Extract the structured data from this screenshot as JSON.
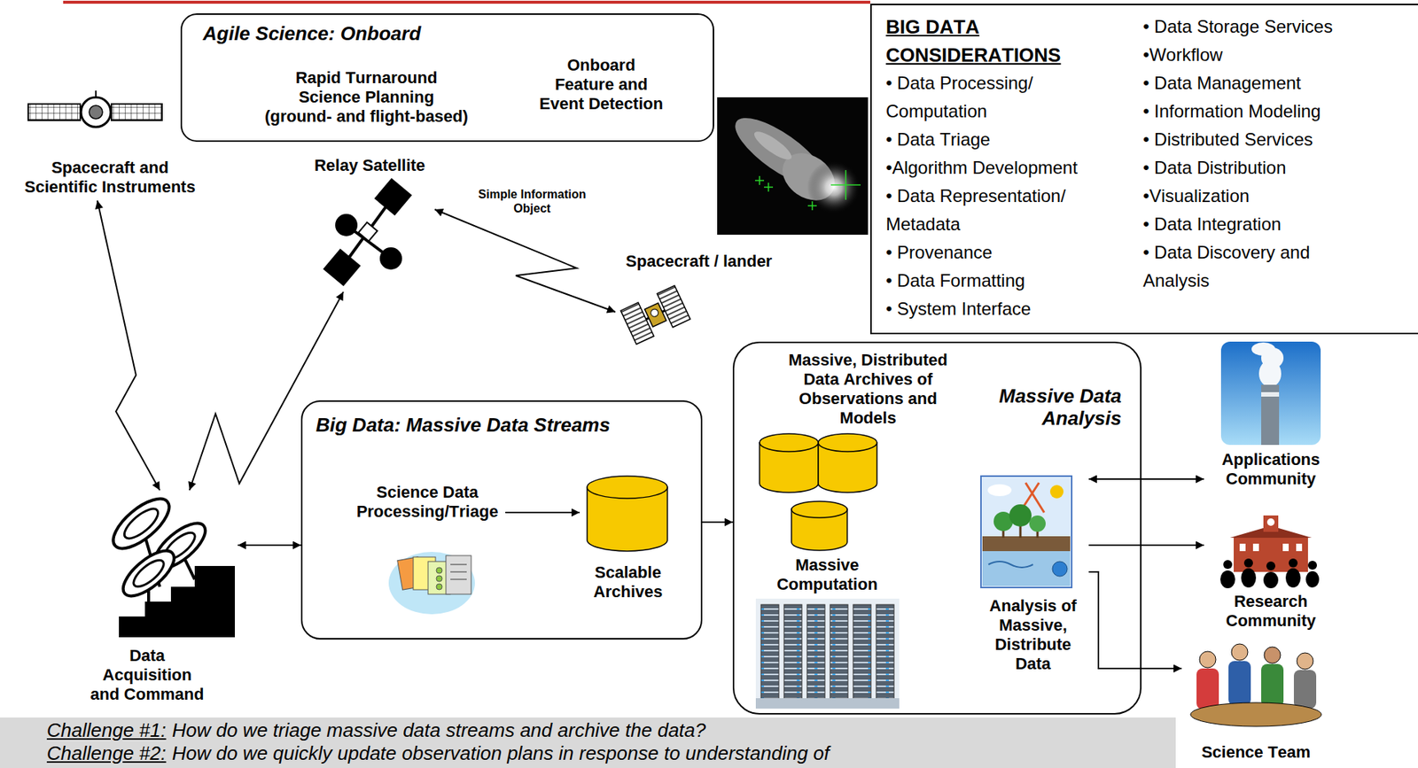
{
  "diagram": {
    "nodes": [
      {
        "text": [
          "Agile Science: Onboard",
          "Rapid Turnaround Science Planning (ground- and flight-based)",
          "Onboard Feature and Event Detection"
        ]
      },
      {
        "text": [
          "BIG DATA CONSIDERATIONS",
          "• Data Processing/ Computation",
          "• Data Triage",
          "•Algorithm Development",
          "• Data Representation/ Metadata",
          "• Provenance",
          "• Data Formatting",
          "• System Interface",
          "• Data Storage Services",
          "•Workflow",
          "• Data Management",
          "• Information Modeling",
          "• Distributed Services",
          "• Data Distribution",
          "•Visualization",
          "• Data Integration",
          "• Data Discovery and Analysis"
        ]
      },
      {
        "text": [
          "Spacecraft and Scientific Instruments"
        ]
      },
      {
        "text": [
          "Relay Satellite"
        ]
      },
      {
        "text": [
          "Spacecraft / lander"
        ]
      },
      {
        "text": [
          "Data Acquisition and Command"
        ]
      },
      {
        "text": [
          "Big Data: Massive Data Streams"
        ]
      },
      {
        "text": [
          "Science Data Processing/Triage"
        ],
        "in": 6
      },
      {
        "text": [
          "Scalable Archives"
        ],
        "in": 6
      },
      {
        "text": [
          "Massive Data Analysis"
        ]
      },
      {
        "text": [
          "Massive, Distributed Data Archives of Observations and Models"
        ],
        "in": 9
      },
      {
        "text": [
          "Massive Computation"
        ],
        "in": 9
      },
      {
        "text": [
          "Analysis of Massive, Distribute Data"
        ],
        "in": 9
      },
      {
        "text": [
          "Applications Community"
        ]
      },
      {
        "text": [
          "Research Community"
        ]
      },
      {
        "text": [
          "Science Team"
        ]
      }
    ],
    "edges": [
      {
        "from": 2,
        "to": 5,
        "arrow": "both"
      },
      {
        "from": 5,
        "to": 3,
        "arrow": "both"
      },
      {
        "from": 3,
        "to": 4,
        "arrow": "both",
        "label": "Simple Information Object"
      },
      {
        "from": 5,
        "to": 6,
        "arrow": "both"
      },
      {
        "from": 7,
        "to": 8,
        "arrow": "to"
      },
      {
        "from": 6,
        "to": 9,
        "arrow": "to"
      },
      {
        "from": 12,
        "to": 13,
        "arrow": "both"
      },
      {
        "from": 12,
        "to": 14,
        "arrow": "to"
      },
      {
        "from": 12,
        "to": 15,
        "arrow": "to"
      }
    ],
    "labels": [
      "Challenge #1:",
      "How do we triage massive data streams and archive the data?",
      "Challenge #2:",
      "How do we quickly update observation plans in response to understanding of"
    ]
  }
}
